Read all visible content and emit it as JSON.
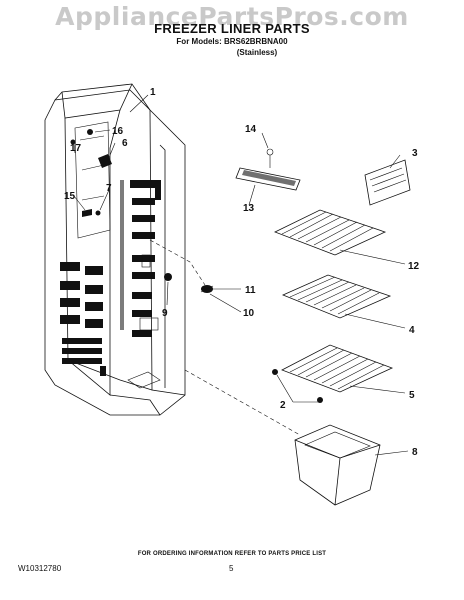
{
  "watermark": "AppliancePartsPros.com",
  "header": {
    "title": "FREEZER LINER PARTS",
    "model_line": "For Models: BRS62BRBNA00",
    "variant": "(Stainless)"
  },
  "callouts": [
    "1",
    "2",
    "3",
    "4",
    "5",
    "6",
    "7",
    "8",
    "9",
    "10",
    "11",
    "12",
    "13",
    "14",
    "15",
    "16",
    "17"
  ],
  "footer": {
    "note": "FOR ORDERING INFORMATION REFER TO PARTS PRICE LIST",
    "doc_number": "W10312780",
    "page_number": "5"
  }
}
